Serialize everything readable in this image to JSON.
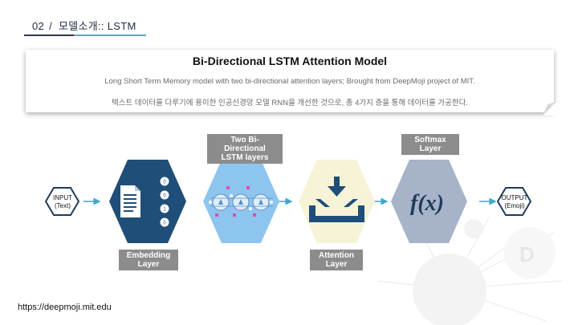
{
  "header": {
    "num": "02",
    "slash": "/",
    "title": "모델소개:: LSTM"
  },
  "banner": {
    "title": "Bi-Directional LSTM Attention Model",
    "line1": "Long Short Term Memory model with two bi-directional attention layers; Brought from DeepMoji project of MIT.",
    "line2": "텍스트 데이터를 다루기에 용이한 인공신경망 모델 RNN을 개선한 것으로, 총 4가지 층을 통해 데이터를 가공한다."
  },
  "diagram": {
    "input": {
      "line1": "INPUT",
      "line2": "(Text)"
    },
    "output": {
      "line1": "OUTPUT",
      "line2": "(Emoji)"
    },
    "embedding": {
      "line1": "Embedding",
      "line2": "Layer",
      "nodes": [
        "0",
        "0",
        "1",
        "0"
      ]
    },
    "lstm": {
      "line1": "Two Bi-Directional",
      "line2": "LSTM layers"
    },
    "attention": {
      "line1": "Attention",
      "line2": "Layer"
    },
    "softmax": {
      "line1": "Softmax",
      "line2": "Layer",
      "symbol": "f(x)"
    },
    "colors": {
      "embedding": "#1f4e79",
      "lstm": "#8ec5ef",
      "attention": "#f6f3d6",
      "softmax": "#a6b3c8",
      "arrow": "#3aa9c9"
    }
  },
  "footer": {
    "url": "https://deepmoji.mit.edu"
  }
}
